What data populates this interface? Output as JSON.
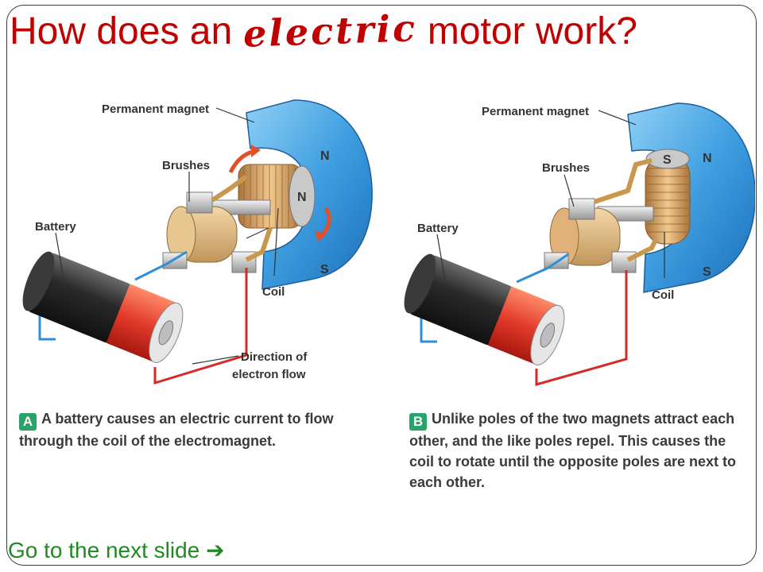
{
  "slide": {
    "title_prefix": "How does an ",
    "title_fancy": "electric",
    "title_suffix": " motor work?",
    "next_link": "Go to the next slide",
    "next_arrow": "➔"
  },
  "diagram_a": {
    "labels": {
      "permanent_magnet": "Permanent magnet",
      "brushes": "Brushes",
      "battery": "Battery",
      "coil": "Coil",
      "direction_line1": "Direction of",
      "direction_line2": "electron flow",
      "pole_n_top": "N",
      "pole_s_bottom": "S",
      "coil_pole": "N"
    },
    "badge": "A",
    "caption": "A battery causes an electric current to flow through the coil of the electromagnet."
  },
  "diagram_b": {
    "labels": {
      "permanent_magnet": "Permanent magnet",
      "brushes": "Brushes",
      "battery": "Battery",
      "coil": "Coil",
      "pole_n_top": "N",
      "pole_s_bottom": "S",
      "coil_pole": "S"
    },
    "badge": "B",
    "caption": "Unlike poles of the two magnets attract each other, and the like poles repel. This causes the coil to rotate until the opposite poles are next to each other."
  },
  "colors": {
    "title": "#c00000",
    "link": "#1f8a1f",
    "magnet_blue": "#4aa8e0",
    "wire_red": "#d42a2a",
    "wire_blue": "#2f8fd6",
    "badge_green": "#2aa36b"
  }
}
